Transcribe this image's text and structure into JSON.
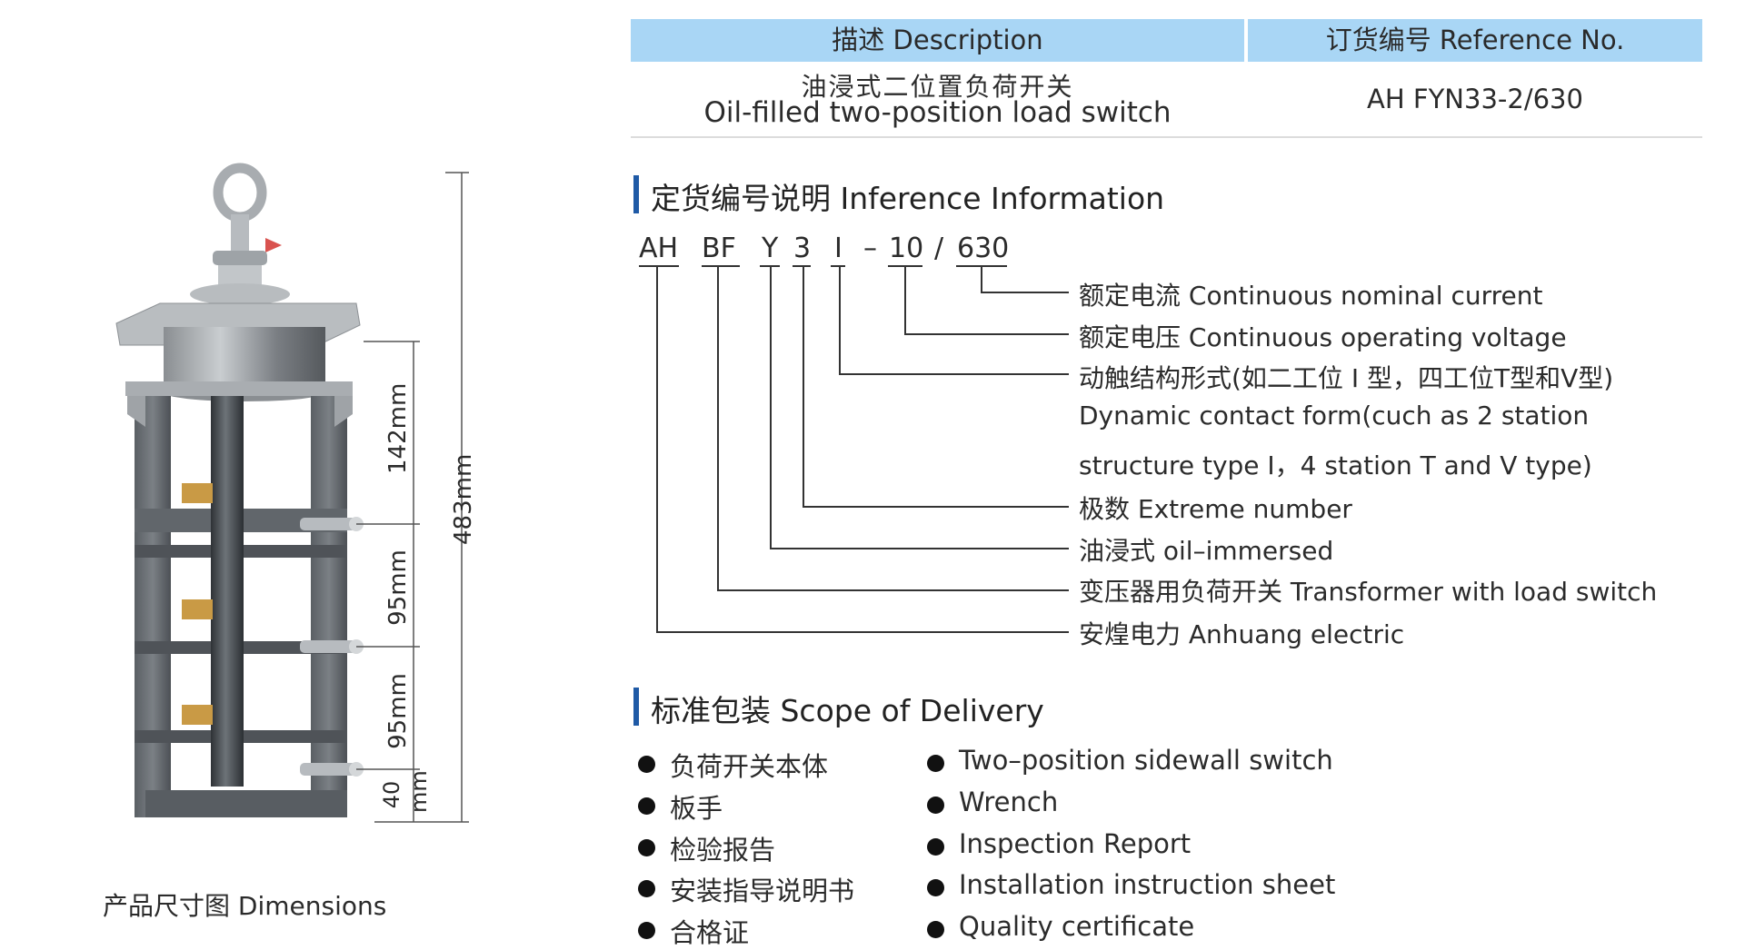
{
  "table": {
    "header_description": "描述 Description",
    "header_reference": "订货编号 Reference No.",
    "row_description_cn": "油浸式二位置负荷开关",
    "row_description_en": "Oil-filled two-position load switch",
    "row_reference": "AH FYN33-2/630"
  },
  "inference": {
    "title": "定货编号说明 Inference Information",
    "code_parts": [
      "AH",
      "BF",
      "Y",
      "3",
      "I",
      "–",
      "10",
      "/",
      "630"
    ],
    "explanations": [
      "额定电流 Continuous nominal current",
      "额定电压 Continuous operating voltage",
      "动触结构形式(如二工位 I 型，四工位T型和V型)",
      "Dynamic contact form(cuch as 2 station",
      "structure type I，4 station T and V type)",
      "极数 Extreme number",
      "油浸式 oil–immersed",
      "变压器用负荷开关 Transformer with load switch",
      "安煌电力  Anhuang electric"
    ]
  },
  "delivery": {
    "title": "标准包装 Scope of Delivery",
    "items_cn": [
      "负荷开关本体",
      "板手",
      "检验报告",
      "安装指导说明书",
      "合格证"
    ],
    "items_en": [
      "Two–position sidewall switch",
      "Wrench",
      "Inspection Report",
      "Installation instruction sheet",
      "Quality certificate"
    ]
  },
  "dimensions": {
    "caption": "产品尺寸图 Dimensions",
    "total": "483mm",
    "upper": "142mm",
    "middle": "95mm",
    "lower": "95mm",
    "base_number": "40",
    "base_unit": "mm"
  },
  "colors": {
    "table_header_bg": "#a9d6f5",
    "section_bar": "#1f5aa6",
    "frame_gray": "#6e7378"
  }
}
